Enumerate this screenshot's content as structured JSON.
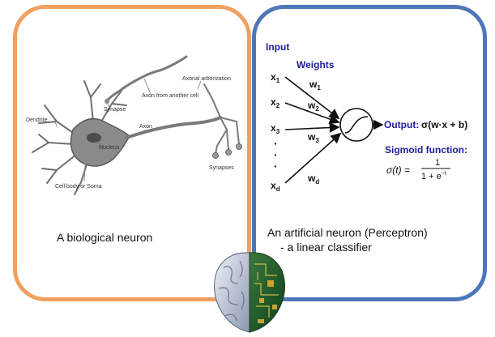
{
  "biological": {
    "caption": "A biological neuron",
    "labels": {
      "axonal_arborization": "Axonal arborization",
      "axon_from_another_cell": "Axon from another cell",
      "synapse_top": "Synapse",
      "dendrite": "Dendrite",
      "axon": "Axon",
      "nucleus": "Nucleus",
      "synapses": "Synapses",
      "cell_body": "Cell body or Soma"
    }
  },
  "artificial": {
    "caption_line1": "An artificial neuron (Perceptron)",
    "caption_line2": "- a linear classifier",
    "input_label": "Input",
    "weights_label": "Weights",
    "inputs": [
      "x",
      "x",
      "x",
      "x"
    ],
    "input_subs": [
      "1",
      "2",
      "3",
      "d"
    ],
    "weights": [
      "w",
      "w",
      "w",
      "w"
    ],
    "weight_subs": [
      "1",
      "2",
      "3",
      "d"
    ],
    "dots": [
      "·",
      "·",
      "·"
    ],
    "output_label": "Output:",
    "output_formula": "σ(w·x + b)",
    "sigmoid_label": "Sigmoid function:",
    "sigmoid_lhs": "σ(t) =",
    "sigmoid_num": "1",
    "sigmoid_den": "1 + e",
    "sigmoid_exp": "−t"
  },
  "colors": {
    "left_border": "#f0a060",
    "right_border": "#4f76b8",
    "label_blue": "#1d1d9a"
  }
}
